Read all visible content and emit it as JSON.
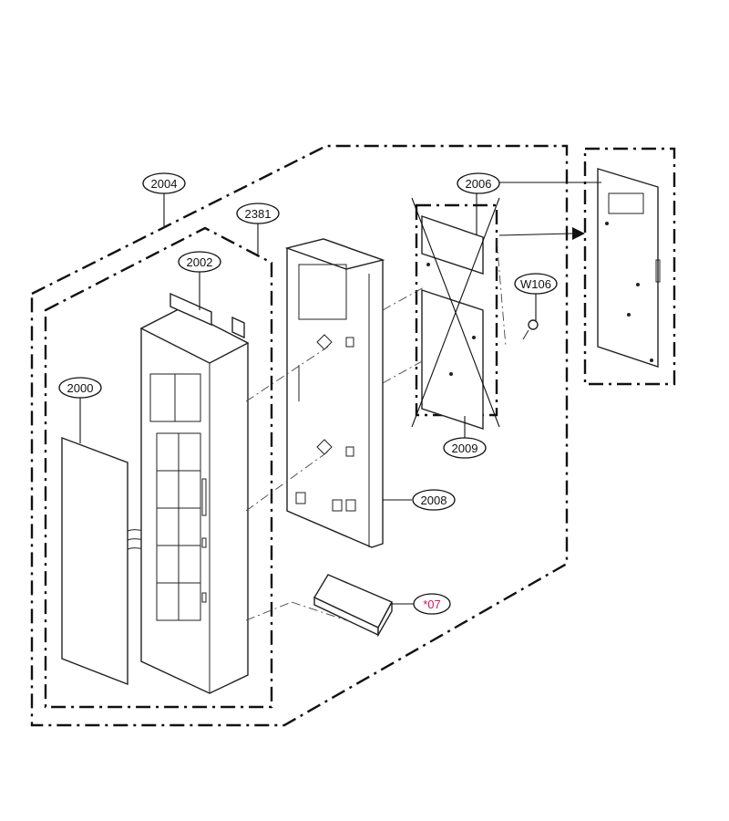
{
  "colors": {
    "ink": "#111111",
    "accent": "#d4145a"
  },
  "callouts": {
    "c2004": "2004",
    "c2381": "2381",
    "c2002": "2002",
    "c2000": "2000",
    "c2006": "2006",
    "cW106": "W106",
    "c2009": "2009",
    "c2008": "2008",
    "c07": "*07"
  }
}
